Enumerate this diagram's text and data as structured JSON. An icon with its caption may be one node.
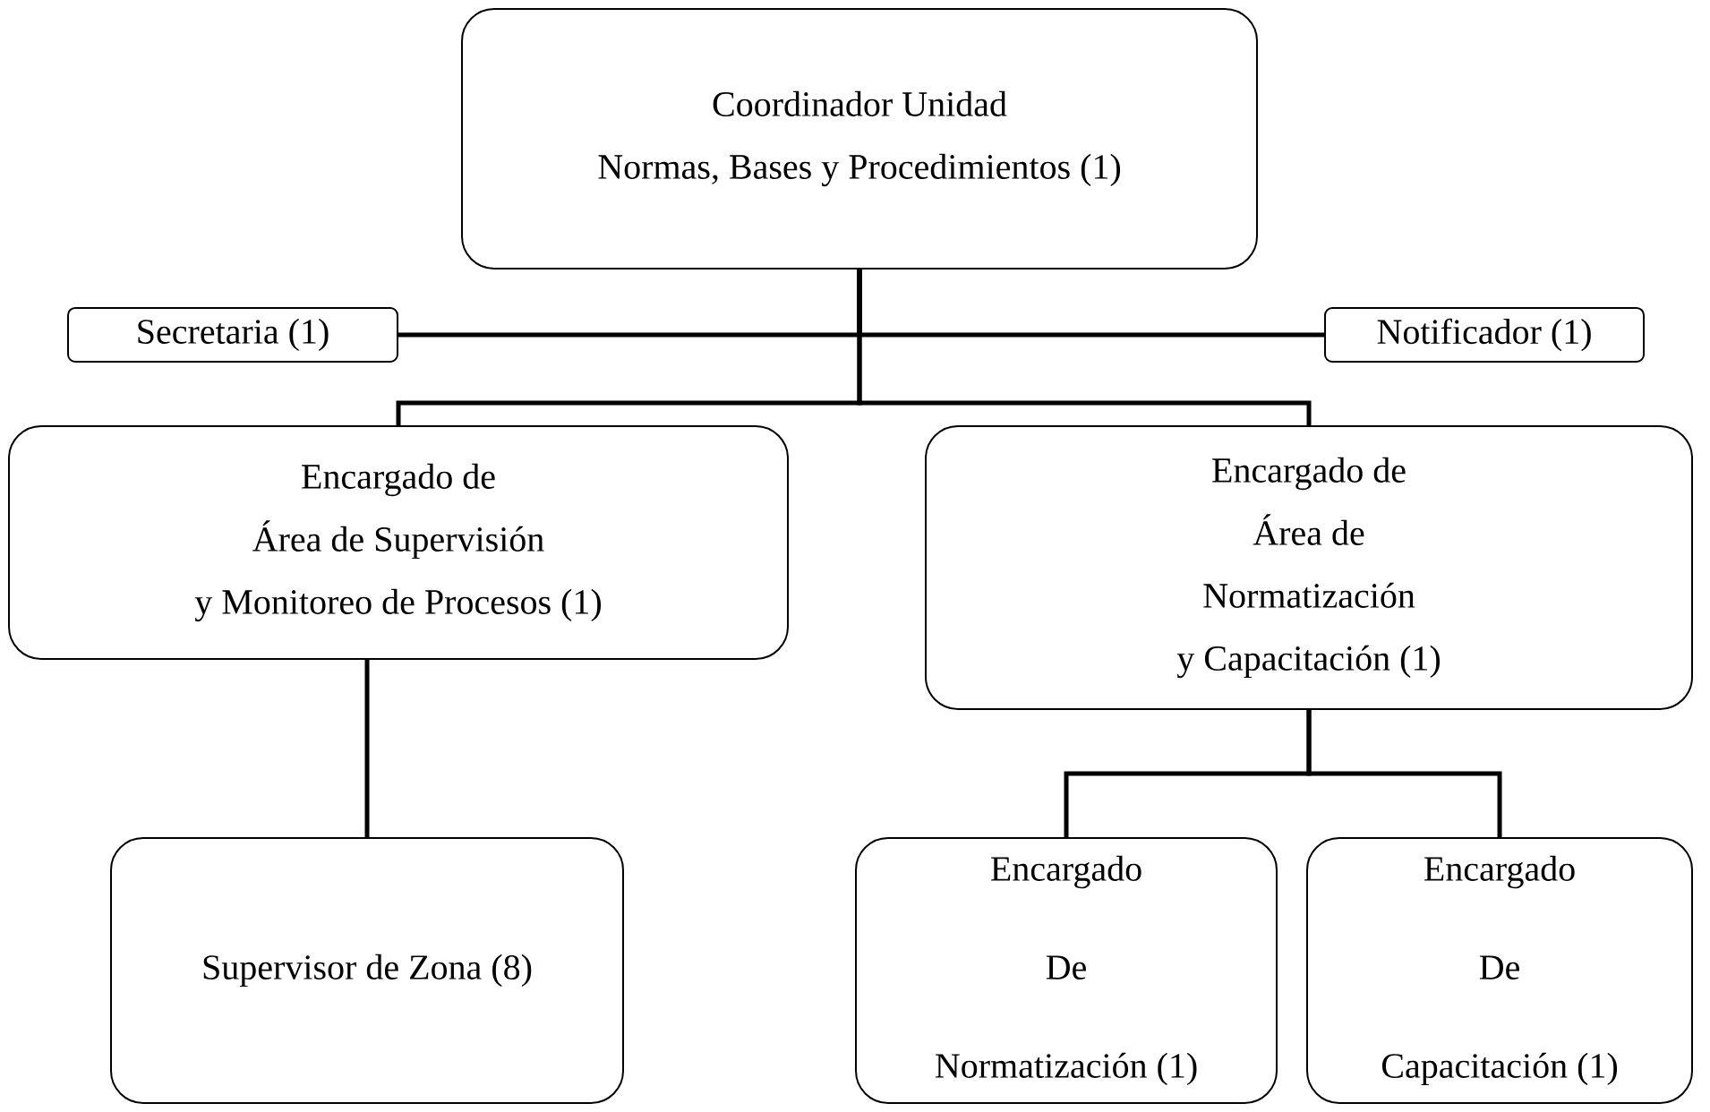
{
  "diagram": {
    "nodes": [
      {
        "text": [
          "Coordinador Unidad",
          "Normas, Bases y Procedimientos (1)"
        ]
      },
      {
        "text": [
          "Secretaria (1)"
        ]
      },
      {
        "text": [
          "Notificador (1)"
        ]
      },
      {
        "text": [
          "Encargado de",
          "Área de Supervisión",
          "y Monitoreo de  Procesos (1)"
        ]
      },
      {
        "text": [
          "Encargado de",
          "Área de",
          "Normatización",
          "y Capacitación (1)"
        ]
      },
      {
        "text": [
          "Supervisor de Zona  (8)"
        ]
      },
      {
        "text": [
          "Encargado",
          "De",
          "Normatización (1)"
        ]
      },
      {
        "text": [
          "Encargado",
          "De",
          "Capacitación (1)"
        ]
      }
    ],
    "edges": [
      {
        "from": 0,
        "to": 1,
        "arrow": "none"
      },
      {
        "from": 0,
        "to": 2,
        "arrow": "none"
      },
      {
        "from": 0,
        "to": 3,
        "arrow": "none"
      },
      {
        "from": 0,
        "to": 4,
        "arrow": "none"
      },
      {
        "from": 3,
        "to": 5,
        "arrow": "none"
      },
      {
        "from": 4,
        "to": 6,
        "arrow": "none"
      },
      {
        "from": 4,
        "to": 7,
        "arrow": "none"
      }
    ]
  }
}
